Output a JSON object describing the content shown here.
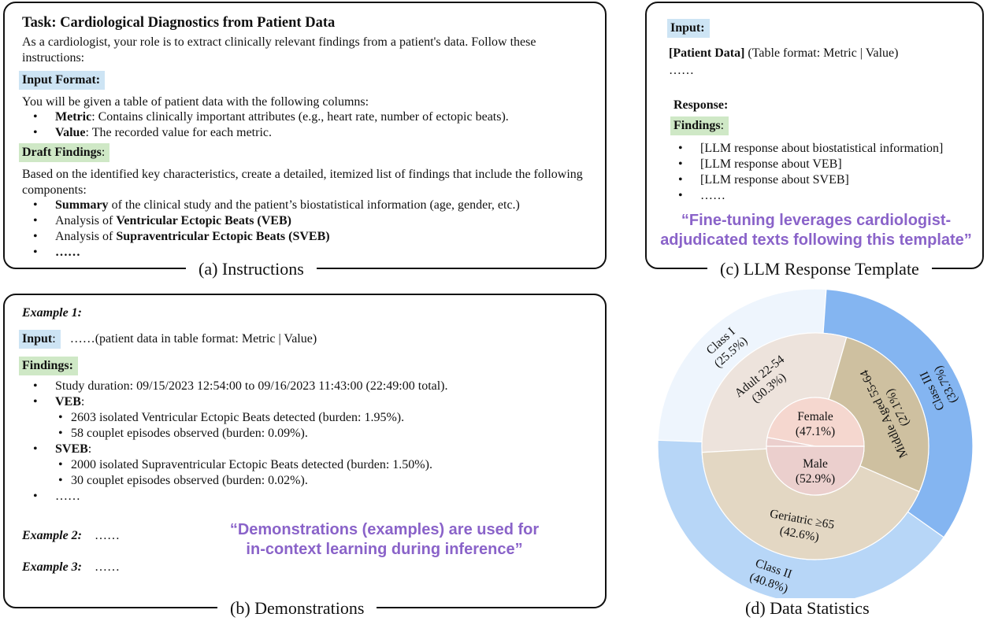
{
  "instructions": {
    "title": "Task: Cardiological Diagnostics from Patient Data",
    "intro": "As a cardiologist, your role is to extract clinically relevant findings from a patient's data. Follow these instructions:",
    "input_format_tag": "Input Format:",
    "input_format_text": "You will be given a table of patient data with the following columns:",
    "columns": [
      {
        "bold": "Metric",
        "text": ": Contains clinically important attributes (e.g., heart rate, number of ectopic beats)."
      },
      {
        "bold": "Value",
        "text": ": The recorded value for each metric."
      }
    ],
    "draft_tag": "Draft Findings",
    "draft_colon": ":",
    "draft_text": "Based on the identified key characteristics, create a detailed, itemized list of findings that include the following components:",
    "components": [
      {
        "bold_first": "Summary",
        "text": " of the clinical study and the patient’s biostatistical information (age, gender, etc.)"
      },
      {
        "pre": "Analysis of ",
        "bold": "Ventricular Ectopic Beats (VEB)"
      },
      {
        "pre": "Analysis of ",
        "bold": "Supraventricular Ectopic Beats (SVEB)"
      },
      {
        "bold_first": "……",
        "text": ""
      }
    ],
    "caption": "(a) Instructions"
  },
  "demonstrations": {
    "example1_label": "Example 1:",
    "input_tag": "Input",
    "input_colon": ":",
    "input_text": "……(patient data in table format: Metric | Value)",
    "findings_tag": "Findings:",
    "items": {
      "study": "Study duration: 09/15/2023 12:54:00 to 09/16/2023 11:43:00 (22:49:00 total).",
      "veb_label": "VEB",
      "veb_colon": ":",
      "veb_sub": [
        "2603 isolated Ventricular Ectopic Beats detected (burden: 1.95%).",
        "58 couplet episodes observed (burden: 0.09%)."
      ],
      "sveb_label": "SVEB",
      "sveb_colon": ":",
      "sveb_sub": [
        "2000 isolated Supraventricular Ectopic Beats detected (burden: 1.50%).",
        "30 couplet episodes observed (burden: 0.02%)."
      ],
      "more": "……"
    },
    "example2_label": "Example 2:",
    "example2_text": "……",
    "example3_label": "Example 3:",
    "example3_text": "……",
    "quote_line1": "“Demonstrations (examples) are used for",
    "quote_line2": "in-context learning during inference”",
    "caption": "(b) Demonstrations"
  },
  "template": {
    "input_tag": "Input:",
    "patient_bold": "[Patient Data]",
    "patient_text": " (Table format: Metric | Value)",
    "dots": "……",
    "response_label": "Response:",
    "findings_tag": "Findings",
    "findings_colon": ":",
    "items": [
      "[LLM response about biostatistical information]",
      "[LLM response about VEB]",
      "[LLM response about SVEB]",
      "……"
    ],
    "quote_line1": "“Fine-tuning leverages cardiologist-",
    "quote_line2": "adjudicated texts following this template”",
    "caption": "(c) LLM Response Template"
  },
  "stats": {
    "caption": "(d) Data Statistics",
    "colors": {
      "class1": "#eef5fd",
      "class2": "#b7d6f7",
      "class3": "#84b5f1",
      "adult": "#ede3dc",
      "geriatric": "#e3d7c3",
      "middle": "#cec0a0",
      "female": "#f5d7cf",
      "male": "#ebcfcd"
    }
  },
  "chart_data": {
    "type": "pie",
    "rings": [
      {
        "level": "outer",
        "labels": [
          "Class I",
          "Class II",
          "Class III"
        ],
        "values": [
          25.5,
          40.8,
          33.7
        ],
        "value_labels": [
          "(25.5%)",
          "(40.8%)",
          "(33.7%)"
        ]
      },
      {
        "level": "middle",
        "labels": [
          "Adult 22-54",
          "Geriatric ≥65",
          "Middle Aged 55-64"
        ],
        "values": [
          30.3,
          42.6,
          27.1
        ],
        "value_labels": [
          "(30.3%)",
          "(42.6%)",
          "(27.1%)"
        ]
      },
      {
        "level": "inner",
        "labels": [
          "Female",
          "Male"
        ],
        "values": [
          47.1,
          52.9
        ],
        "value_labels": [
          "(47.1%)",
          "(52.9%)"
        ]
      }
    ]
  }
}
